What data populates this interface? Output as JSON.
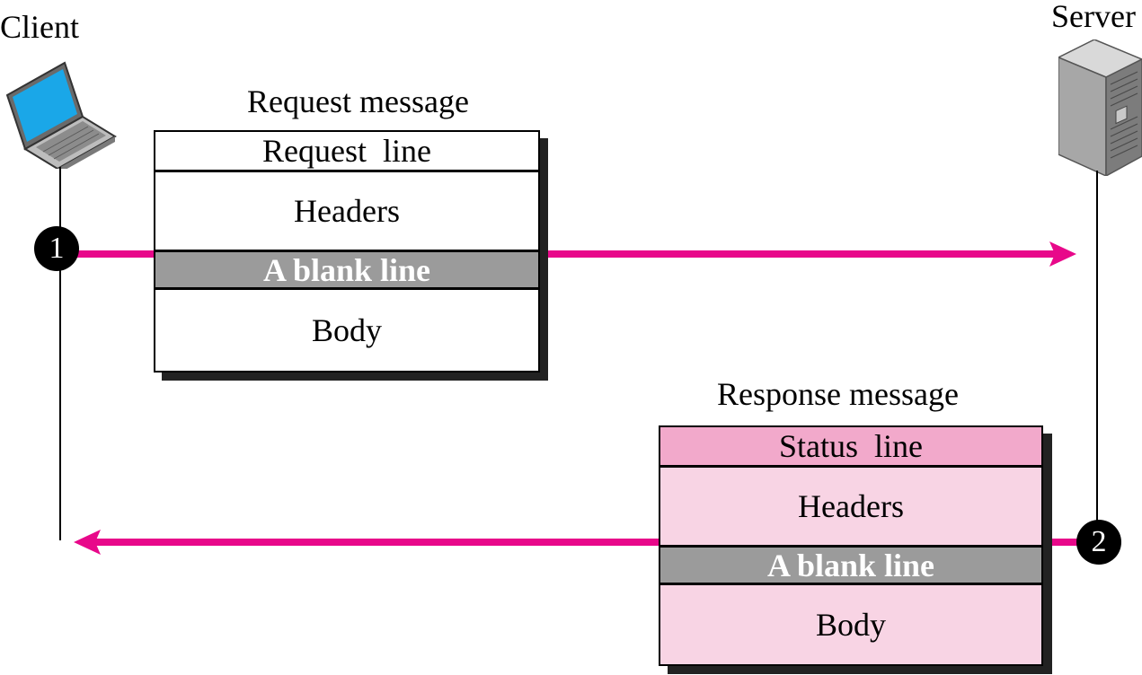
{
  "client": {
    "label": "Client",
    "icon": "laptop-icon"
  },
  "server": {
    "label": "Server",
    "icon": "server-tower-icon"
  },
  "request": {
    "title": "Request message",
    "rows": [
      "Request  line",
      "Headers",
      "A blank line",
      "Body"
    ],
    "step": "1"
  },
  "response": {
    "title": "Response message",
    "rows": [
      "Status  line",
      "Headers",
      "A blank line",
      "Body"
    ],
    "step": "2"
  },
  "colors": {
    "arrow": "#e8088a",
    "response_box": "#f8d4e4",
    "response_header": "#f2a9cb",
    "blank_line": "#9b9b9b"
  }
}
